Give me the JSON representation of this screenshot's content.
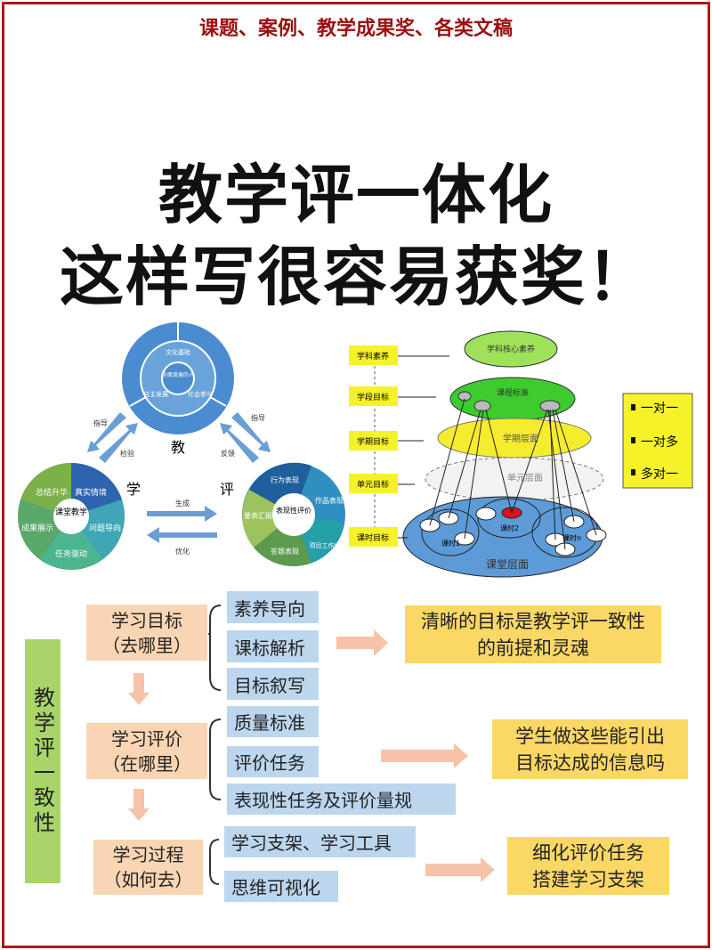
{
  "header": "课题、案例、教学成果奖、各类文稿",
  "title": {
    "line1": "教学评一体化",
    "line2": "这样写很容易获奖！"
  },
  "diagram_left": {
    "teach": "教",
    "learn": "学",
    "assess": "评",
    "teach_center": "全面发展的人",
    "teach_ring": [
      "文化基础",
      "自主发展",
      "社会参与"
    ],
    "arrows": {
      "guide1": "指导",
      "feedback1": "检验",
      "guide2": "指导",
      "feedback2": "反馈",
      "generate": "生成",
      "optimize": "优化"
    },
    "learn_center": "课堂教学",
    "learn_segments": [
      "真实情境",
      "问题导向",
      "任务驱动",
      "成果展示",
      "总结升华"
    ],
    "assess_center": "表现性评价",
    "assess_segments": [
      "行为表现",
      "作品表现",
      "项目工作纸",
      "答题表现",
      "量表汇报"
    ]
  },
  "diagram_right": {
    "levels": [
      "学科素养",
      "学段目标",
      "学期目标",
      "单元目标",
      "课时目标"
    ],
    "ellipses": [
      "学科核心素养",
      "课程标准",
      "学期层面",
      "单元层面",
      "课堂层面"
    ],
    "lessons": [
      "课时1",
      "课时2",
      "课时n"
    ],
    "legend": [
      "一对一",
      "一对多",
      "多对一"
    ]
  },
  "bottom": {
    "side_label": "教学评一致性",
    "rows": [
      {
        "stage": [
          "学习目标",
          "（去哪里）"
        ],
        "items": [
          "素养导向",
          "课标解析",
          "目标叙写"
        ],
        "note": [
          "清晰的目标是教学评一致性",
          "的前提和灵魂"
        ]
      },
      {
        "stage": [
          "学习评价",
          "（在哪里）"
        ],
        "items": [
          "质量标准",
          "评价任务",
          "表现性任务及评价量规"
        ],
        "note": [
          "学生做这些能引出",
          "目标达成的信息吗"
        ]
      },
      {
        "stage": [
          "学习过程",
          "（如何去）"
        ],
        "items": [
          "学习支架、学习工具",
          "思维可视化"
        ],
        "note": [
          "细化评价任务",
          "搭建学习支架"
        ]
      }
    ]
  },
  "colors": {
    "frame": "#b01818",
    "header": "#9b1010",
    "orange": "#fad5b4",
    "blue": "#bcd6ee",
    "yellow": "#fbd766",
    "green": "#a9d46a",
    "arrow": "#f6c3a8"
  }
}
